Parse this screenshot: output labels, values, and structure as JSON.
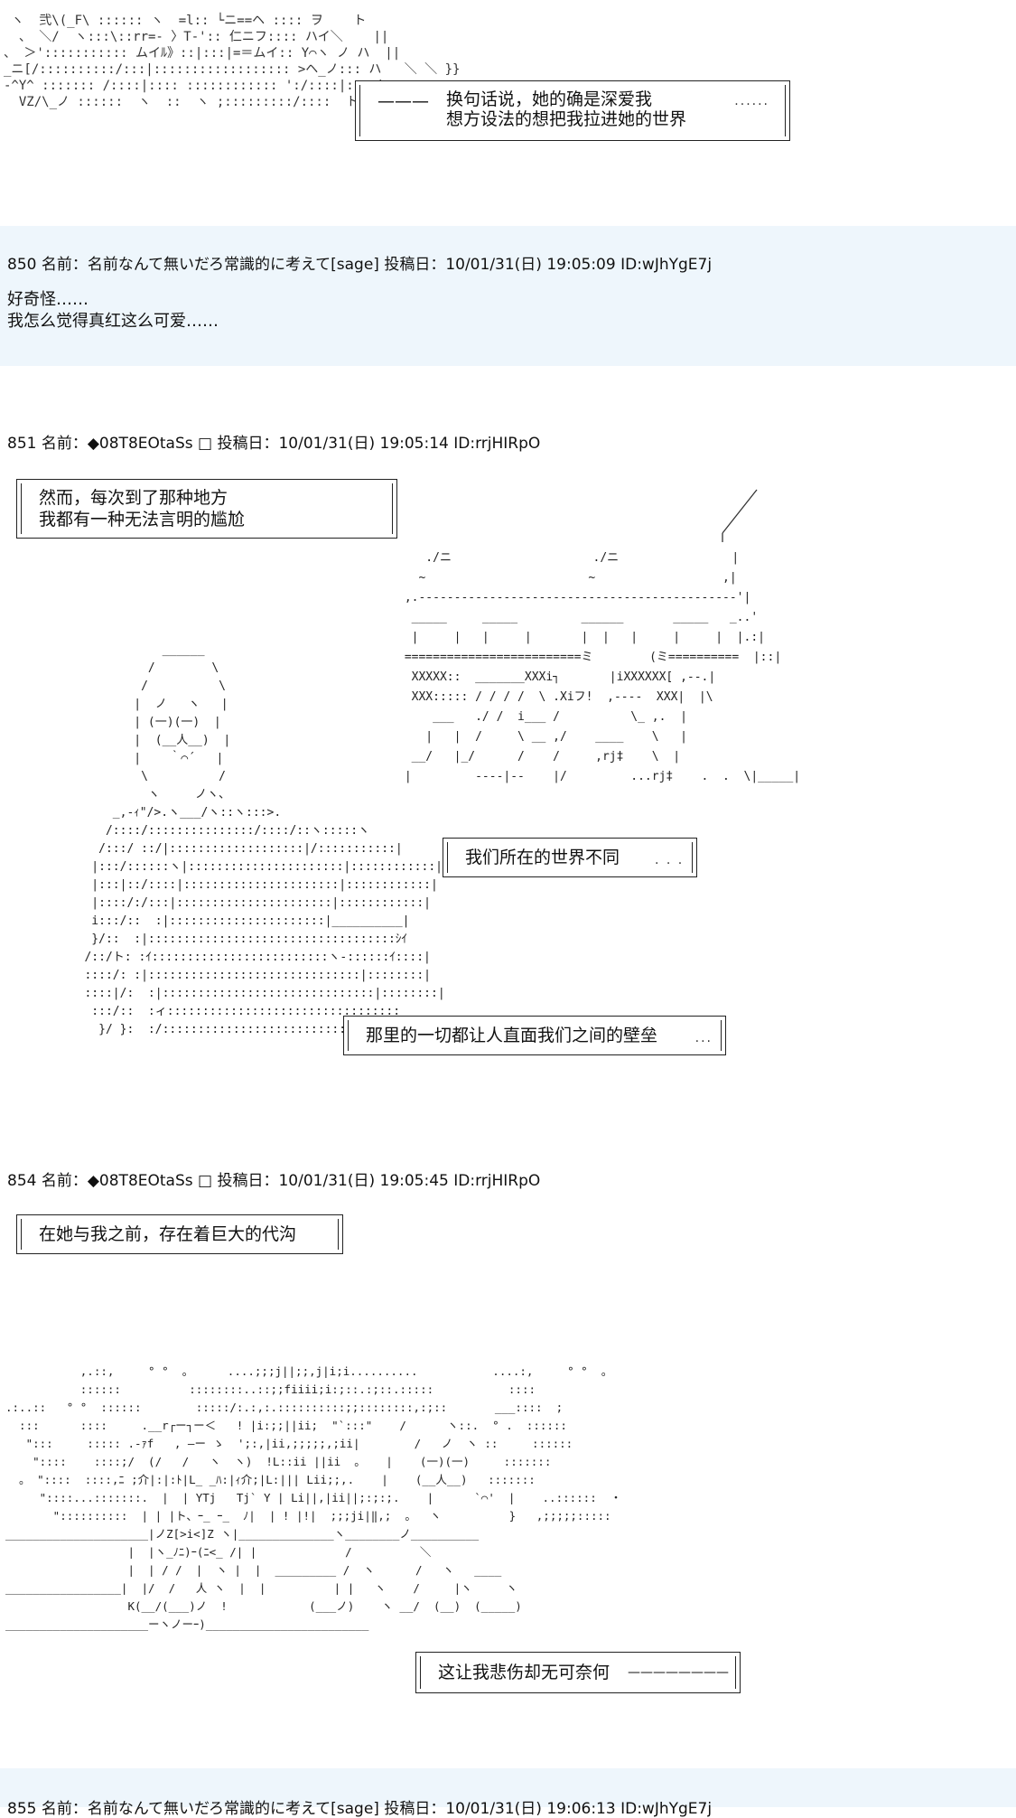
{
  "post_top": {
    "caption": {
      "dash": "———",
      "line1": "换句话说，她的确是深爱我",
      "line2": "想方设法的想把我拉进她的世界",
      "dots": "......"
    },
    "art_lines": [
      " ヽ  弐\\(_F\\ :::::: ヽ  =l:: └ニ==ヘ :::: ヲ    ト",
      "  、 ＼/  ヽ:::\\::rr=- 〉T-':: 仁ニフ:::: ハイ＼    ||",
      "、 ＞'::::::::::: ムイﾙ》::|:::|=＝ムイ:: Y⌒ヽ ノ ハ  ||",
      "_ニ[/::::::::::/:::|:::::::::::::::::: >ヘ_ノ::: ハ   ＼ ＼ }}",
      "-^Y^ ::::::: /::::|:::: :::::::::::: ':/::::|::::|",
      "  VZ/\\_ノ ::::::  ヽ  ::  ヽ ;:::::::::/::::  ト ::::"
    ]
  },
  "post_850": {
    "header": "850 名前：名前なんて無いだろ常識的に考えて[sage] 投稿日：10/01/31(日) 19:05:09 ID:wJhYgE7j",
    "lines": [
      "好奇怪……",
      "我怎么觉得真红这么可爱……"
    ]
  },
  "post_851": {
    "header": "851 名前：◆08T8EOtaSs □ 投稿日：10/01/31(日) 19:05:14 ID:rrjHIRpO",
    "box1": {
      "line1": "然而，每次到了那种地方",
      "line2": "我都有一种无法言明的尴尬"
    },
    "box2": {
      "text": "我们所在的世界不同",
      "dots": ". . ."
    },
    "box3": {
      "text": "那里的一切都让人直面我们之间的壁垒",
      "dots": "..."
    },
    "bg_art_lines": [
      "    ./ニ                    ./ニ                |",
      "   ~                       ~                  ,|",
      " ,.---------------------------------------------'|",
      "  _____     _____         ______       _____   _..'",
      "  |     |   |     |       |  |   |     |     |  |.:|",
      " =========================ミ        (ミ==========  |::|",
      "  XXXXX::  _______XXXi┐       |iXXXXXX[ ,--.|",
      "  XXX::::: / / / /  \\ .Xiフ!  ,----  XXX|  |\\",
      "     ___   ./ /  i___ /          \\_ ,.  |",
      "    |   |  /     \\ __ ,/    ____    \\   |",
      "  __/   |_/      /    /     ,rj‡    \\  |",
      " |         ----|--    |/         ...rj‡    .  .  \\|_____|"
    ],
    "person_art_lines": [
      "              ______",
      "            /        \\",
      "           /          \\",
      "          |  ノ   ヽ   |",
      "          | (一)(一)  |",
      "          |  (__人__)  |",
      "          |    ｀⌒´   |",
      "           \\          /",
      "            ヽ     ノヽ、",
      "       _,-ｨ\"/>.ヽ___/ヽ::ヽ:::>.",
      "      /::::/:::::::::::::::/::::/::ヽ:::::ヽ",
      "     /:::/ ::/|:::::::::::::::::::|/:::::::::::|",
      "    |:::/::::::ヽ|::::::::::::::::::::::|::::::::::::|",
      "    |:::|::/::::|::::::::::::::::::::::|::::::::::::|",
      "    |::::/:/:::|::::::::::::::::::::::|::::::::::::|",
      "    i:::/::  :|::::::::::::::::::::::|__________|",
      "    }/::  :|:::::::::::::::::::::::::::::::::::ｼｲ",
      "   /::/ト: :ｲ:::::::::::::::::::::::::ヽ-::::::ｲ::::|",
      "   ::::/: :|::::::::::::::::::::::::::::::|::::::::|",
      "   ::::|/:  :|::::::::::::::::::::::::::::::|::::::::|",
      "    :::/::  :ィ:::::::::::::::::::::::::::::::::",
      "     }/ }:  :/:::::::::::::::::::::::::::::|"
    ]
  },
  "post_854": {
    "header": "854 名前：◆08T8EOtaSs □ 投稿日：10/01/31(日) 19:05:45 ID:rrjHIRpO",
    "box1": {
      "text": "在她与我之前，存在着巨大的代沟"
    },
    "box2": {
      "text": "这让我悲伤却无可奈何",
      "dash": "————————"
    },
    "art_lines": [
      "           ,.::,     ° °  。     ....;;;j||;;,j|i;i..........           ....:,     ° °  。",
      "           ::::::          ::::::::..::;;fiiii;i:;::.:;::.:::::           ::::",
      ".:..::   ° °  ::::::        :::::/:.:,:.::::::::::;;::::::::,:;::       ___::::  ;",
      "  :::      ::::     .__r┌ー┐ー＜   ! |i:;;||ii;  \"`:::\"    /      ヽ::.  ° .  ::::::",
      "   \":::     ::::: .-ｧf   , ―ー ゝ  ';:,|ii,;;;;;,;ii|        /   ノ  ヽ ::     ::::::",
      "    \"::::    ::::;/  (/   /   ヽ  ヽ)  !L::ii ||ii  。   |    (一)(一)     :::::::",
      "  。 \"::::  ::::,ﾆ ;介|:|:ﾄ|L_ _ﾊ:|ｨ介;|L:||| Lii;;,.    |    (__人__)   :::::::",
      "     \"::::...:::::::.  |  | YTj   Tj` Y | Li||,|ii||;:;:;.    |      `⌒'  |    ..::::::  ・",
      "       \"::::::::::  | | |ト、ｰ_ ｰ_  ﾉ|  | ! |!|  ;;;ji|‖,;  。  ヽ          }   ,;;;;;:::::",
      "_____________________|ノZ[>i<]Z ヽ|______________ヽ________ノ__________",
      "                  |  |ヽ_ﾉﾆ)ｰ(ﾆ<_ /| |             /          ＼",
      "                  |  | / /  |  ヽ |  |  _________ /  ヽ      /   ヽ   ____",
      "_________________|  |/  /   人 ヽ  |  |          | |   ヽ    /     |ヽ     ヽ",
      "                  K(__/(___)ノ  !            (___ノ)    ヽ __/  (__)  (_____)",
      "_____________________ーヽノーｰ)________________________"
    ]
  },
  "post_next": {
    "header_partial": "855 名前：名前なんて無いだろ常識的に考えて[sage] 投稿日：10/01/31(日) 19:06:13 ID:wJhYgE7j"
  }
}
